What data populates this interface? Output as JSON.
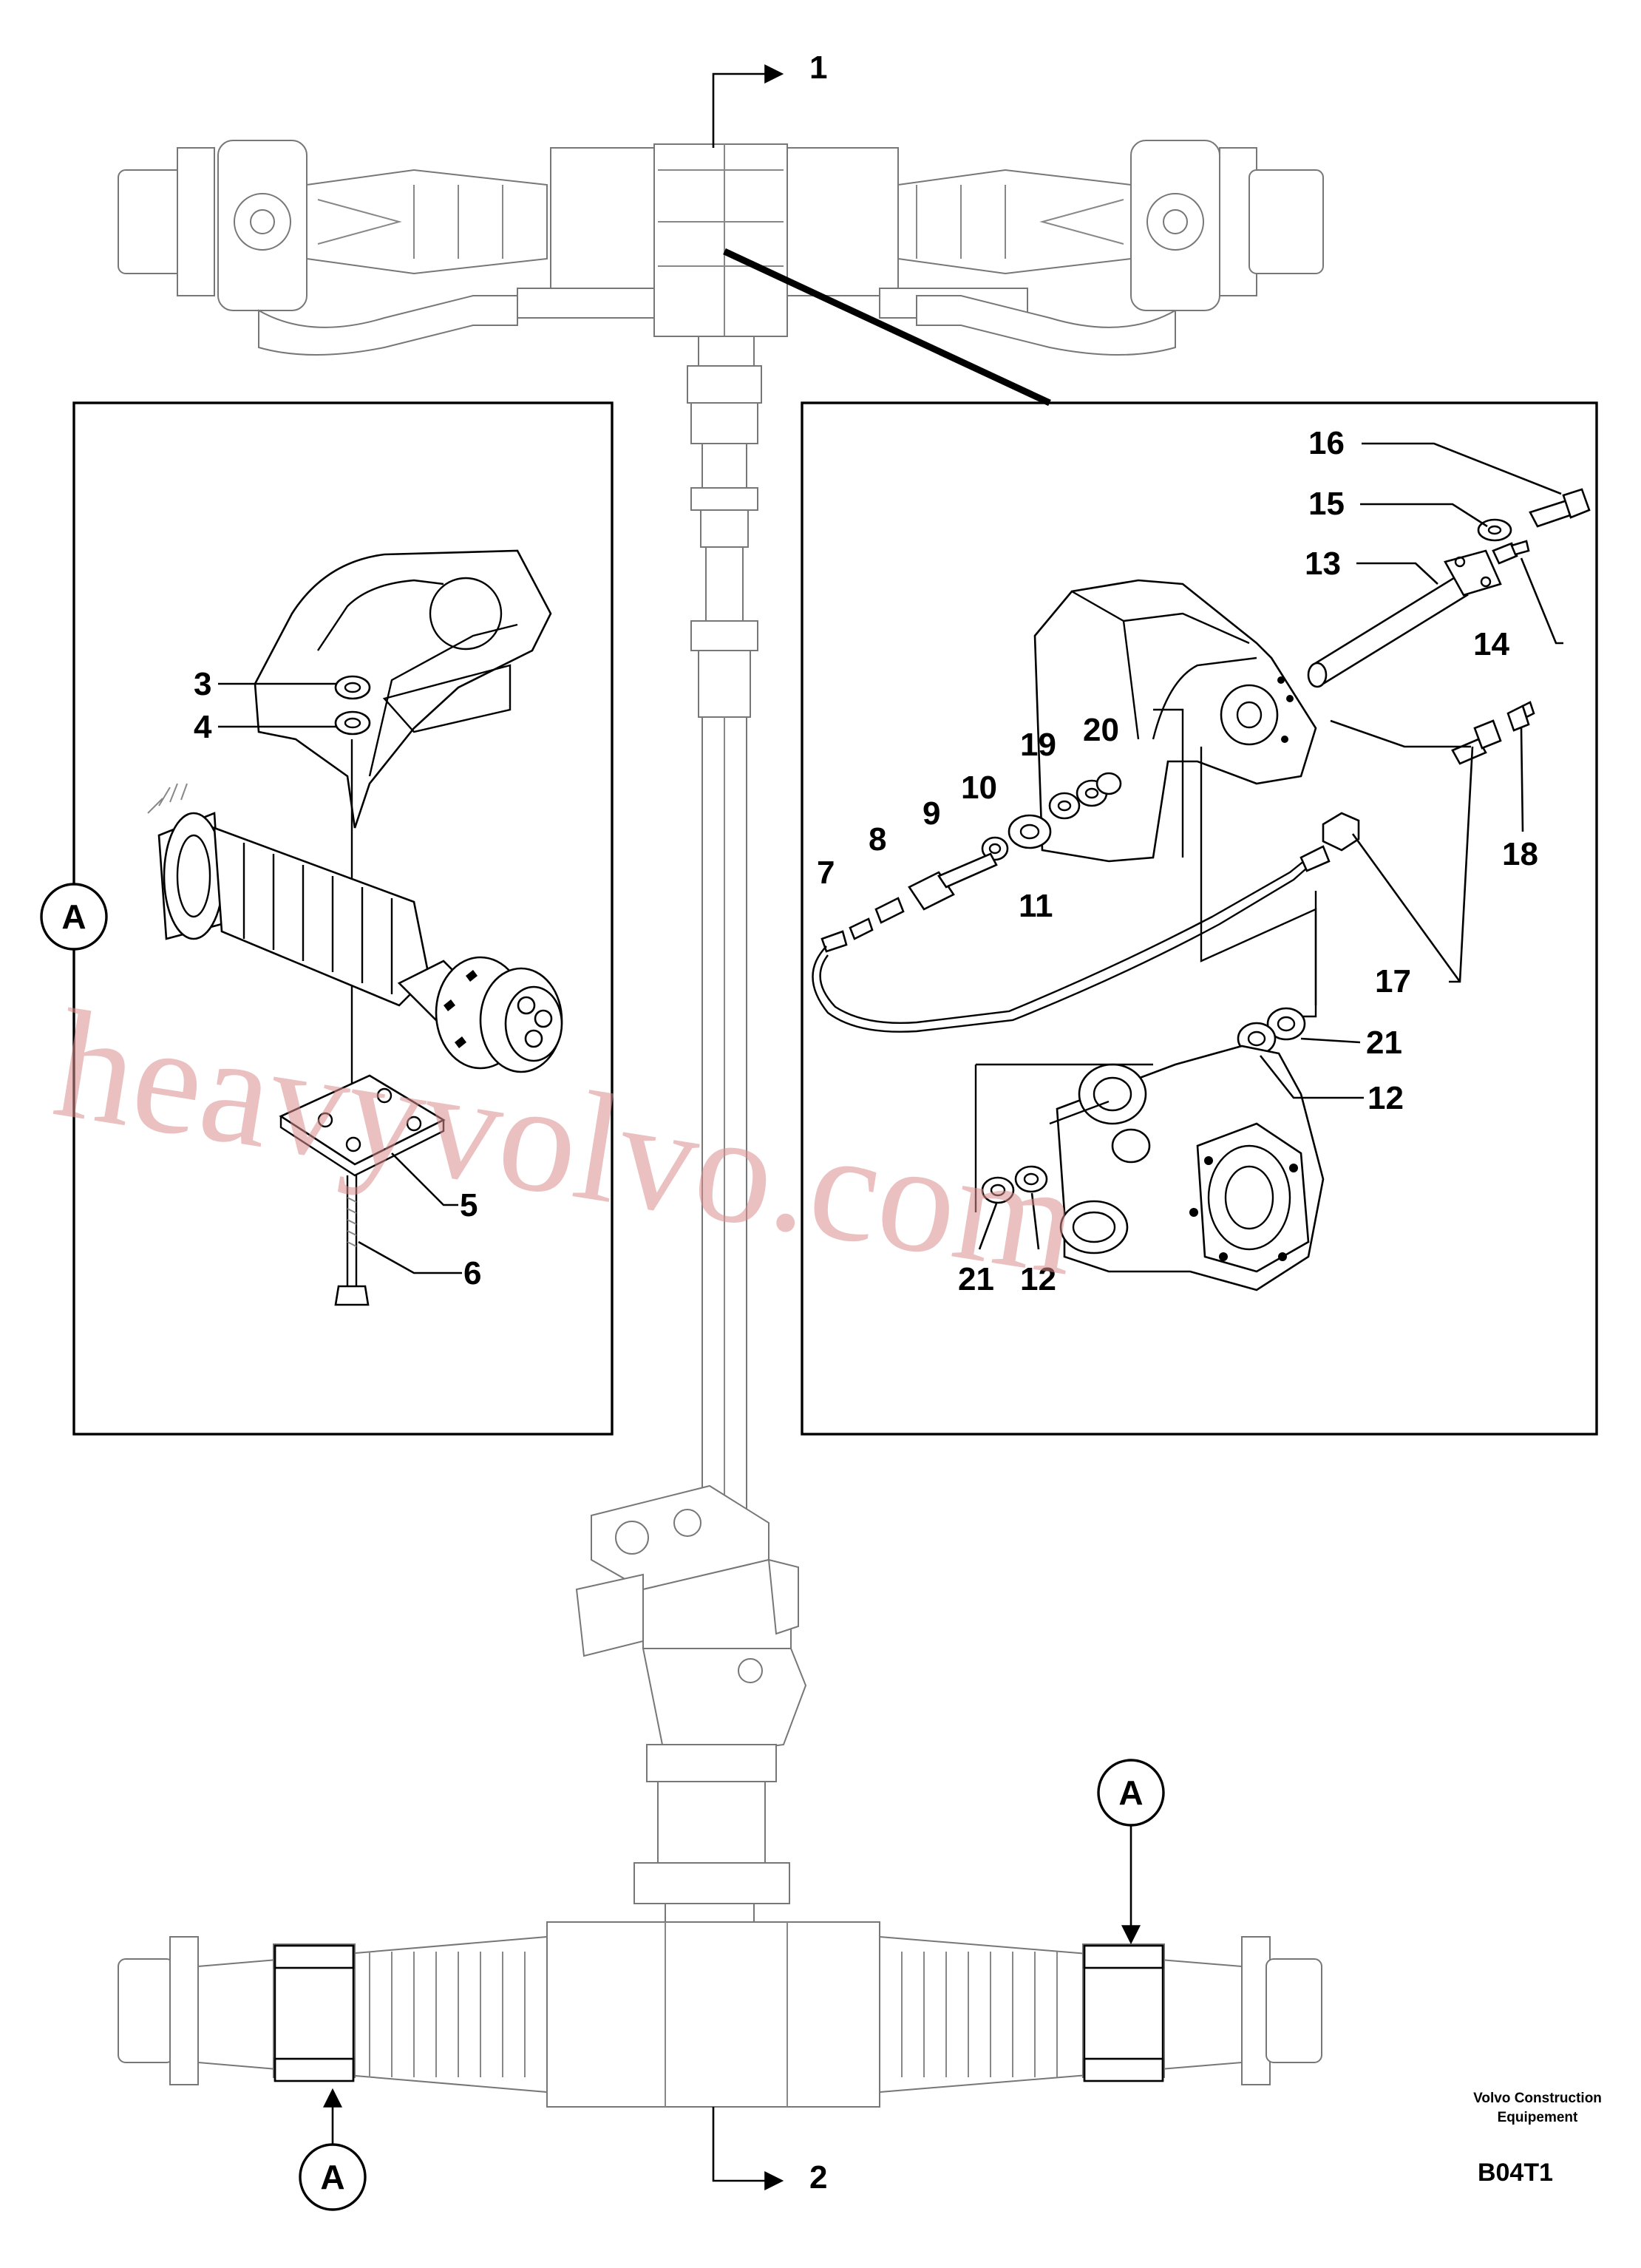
{
  "diagram": {
    "callouts": [
      "1",
      "2",
      "3",
      "4",
      "5",
      "6",
      "7",
      "8",
      "9",
      "10",
      "11",
      "12",
      "13",
      "14",
      "15",
      "16",
      "17",
      "18",
      "19",
      "20",
      "21"
    ],
    "right_detail_extra": {
      "second_21": "21",
      "second_12": "12"
    },
    "view_marker": "A",
    "watermark": "heavyvolvo.com",
    "footer": {
      "line1": "Volvo Construction",
      "line2": "Equipement",
      "code": "B04T1"
    }
  }
}
